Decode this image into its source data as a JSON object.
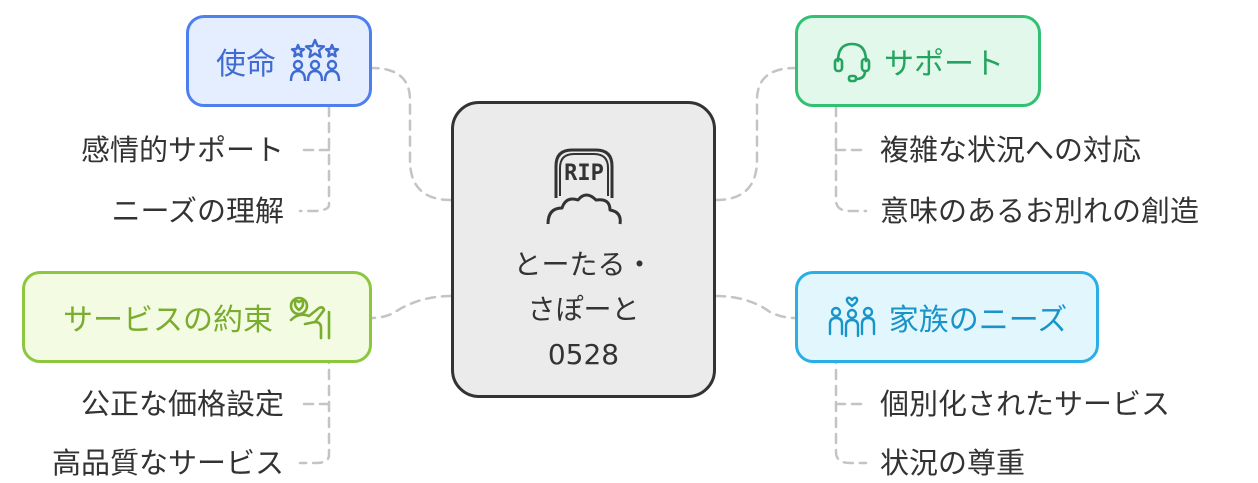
{
  "center": {
    "label_line1": "とーたる・",
    "label_line2": "さぽーと",
    "label_line3": "0528",
    "icon": "tombstone-rip-icon",
    "icon_text": "RIP"
  },
  "branches": {
    "mission": {
      "label": "使命",
      "icon": "stars-people-icon",
      "color": "#4d7fef",
      "items": [
        "感情的サポート",
        "ニーズの理解"
      ]
    },
    "support": {
      "label": "サポート",
      "icon": "headset-icon",
      "color": "#31c173",
      "items": [
        "複雑な状況への対応",
        "意味のあるお別れの創造"
      ]
    },
    "promise": {
      "label": "サービスの約束",
      "icon": "hand-heart-icon",
      "color": "#8dc63f",
      "items": [
        "公正な価格設定",
        "高品質なサービス"
      ]
    },
    "family": {
      "label": "家族のニーズ",
      "icon": "family-icon",
      "color": "#29aee6",
      "items": [
        "個別化されたサービス",
        "状況の尊重"
      ]
    }
  }
}
